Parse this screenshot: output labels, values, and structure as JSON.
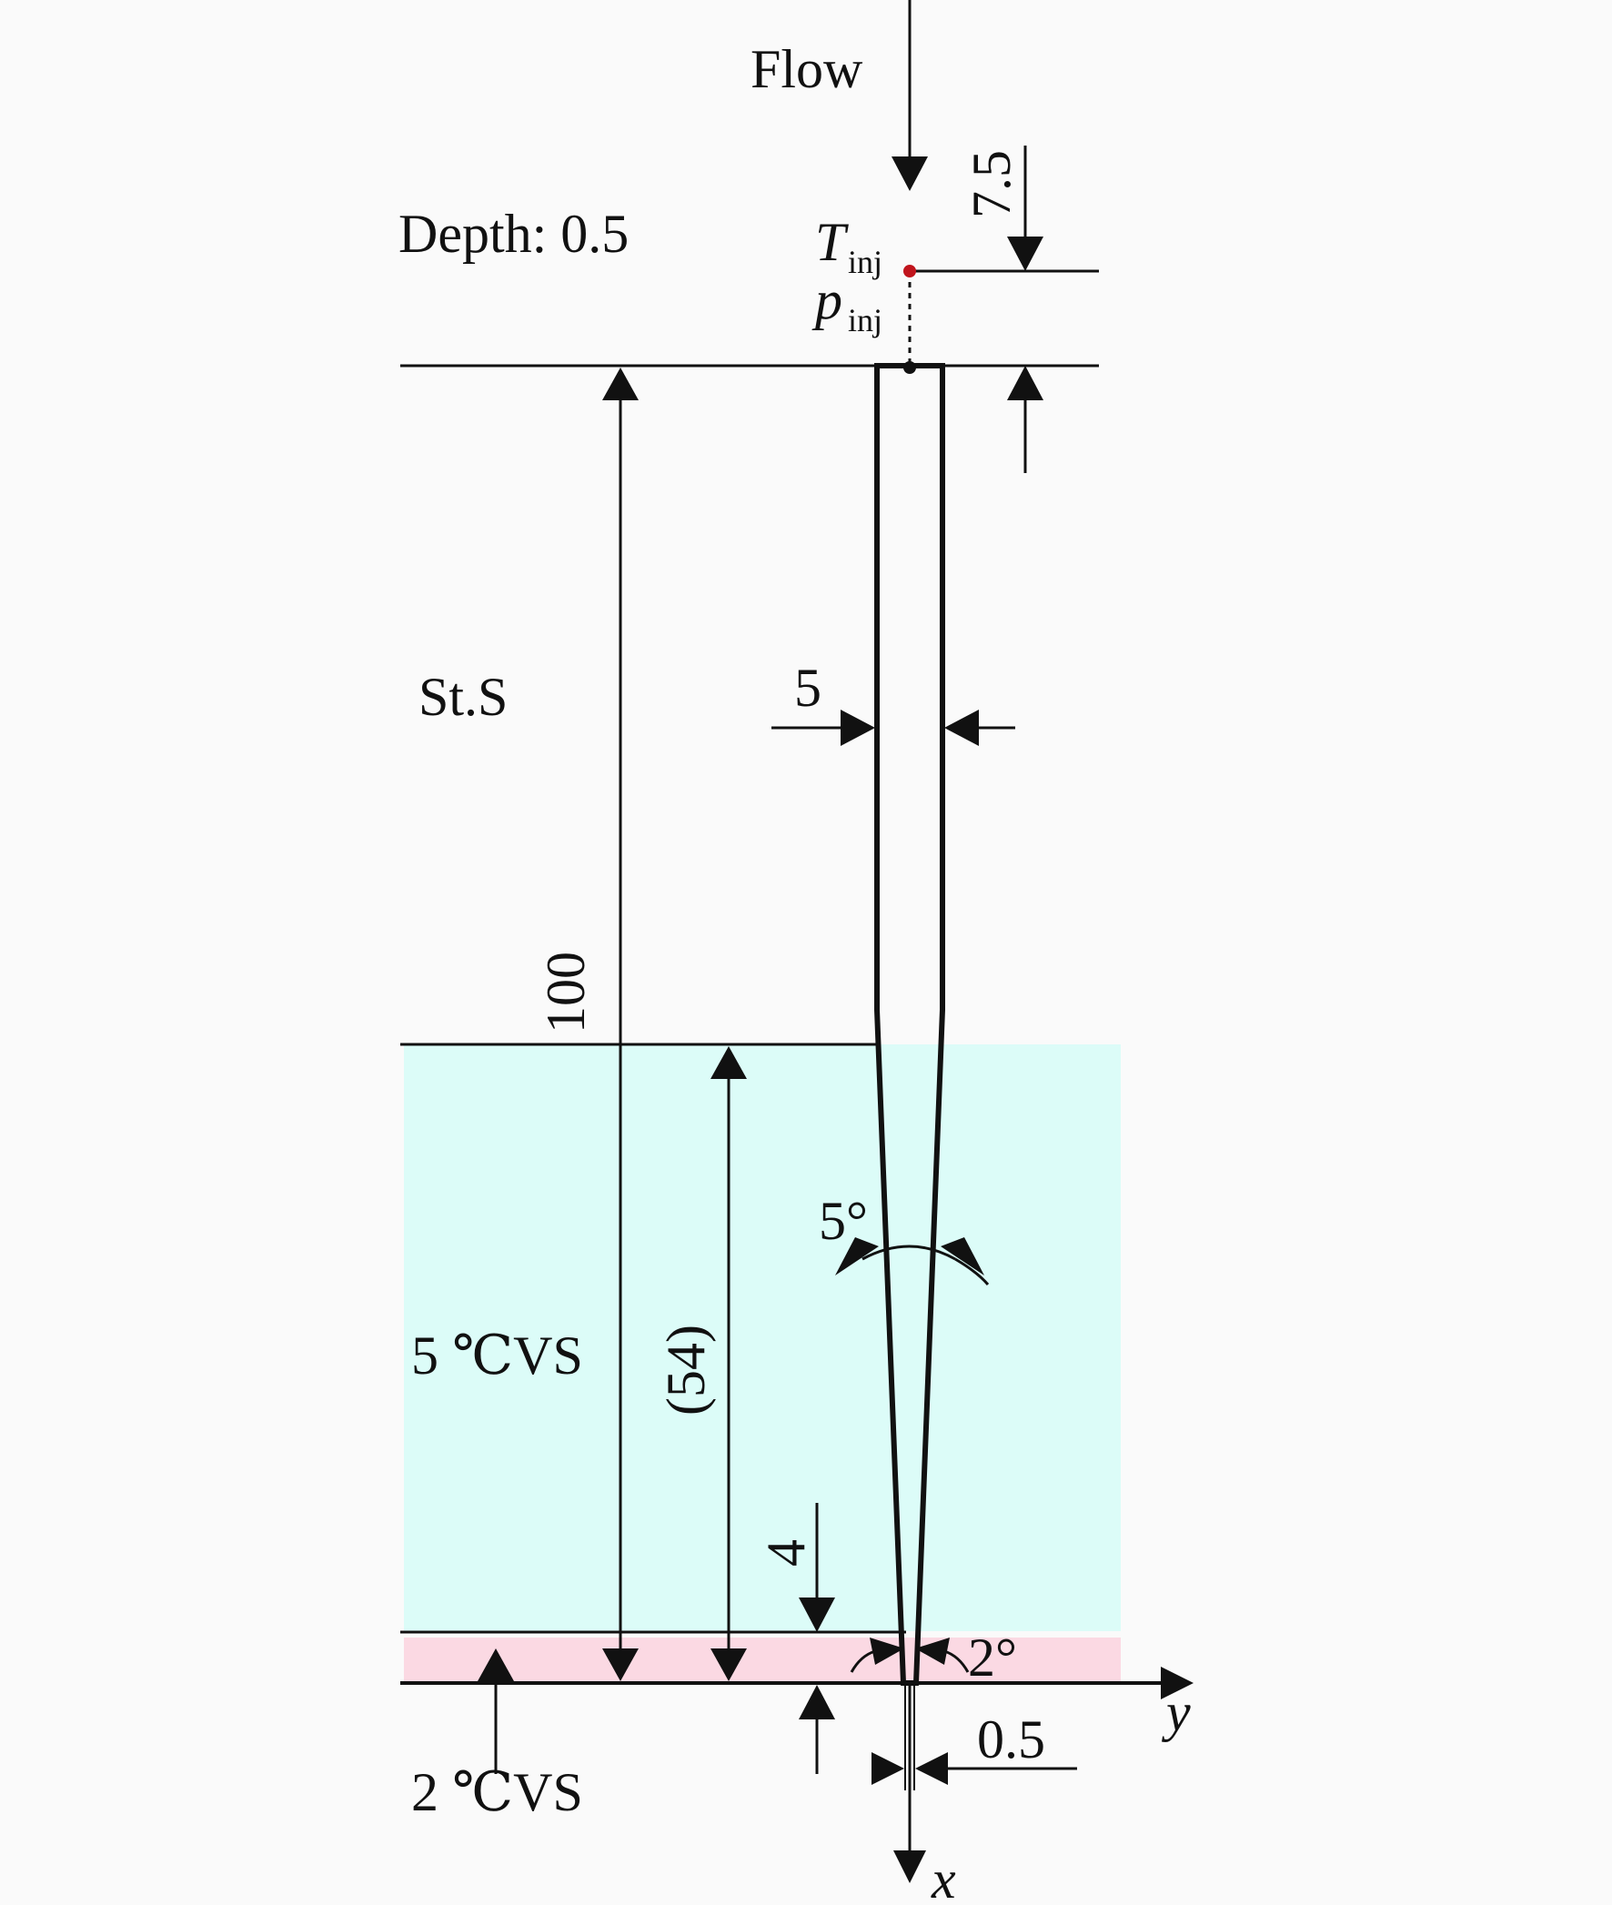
{
  "colors": {
    "background": "#fafafa",
    "cvs5_region": "#dcfcf8",
    "cvs2_region": "#fbd9e3",
    "probe_point": "#c0141c",
    "line": "#111111"
  },
  "labels": {
    "flow": "Flow",
    "depth": "Depth: 0.5",
    "st_s": "St.S",
    "cvs5": "5 ℃VS",
    "cvs2": "2 ℃VS",
    "t_symbol": "T",
    "p_symbol": "p",
    "inj_sub": "inj",
    "axis_x": "x",
    "axis_y": "y"
  },
  "dimensions": {
    "offset_top": "7.5",
    "width_top": "5",
    "length_total": "100",
    "length_taper": "(54)",
    "angle_taper": "5°",
    "length_bottom": "4",
    "angle_tip": "2°",
    "width_tip": "0.5"
  }
}
